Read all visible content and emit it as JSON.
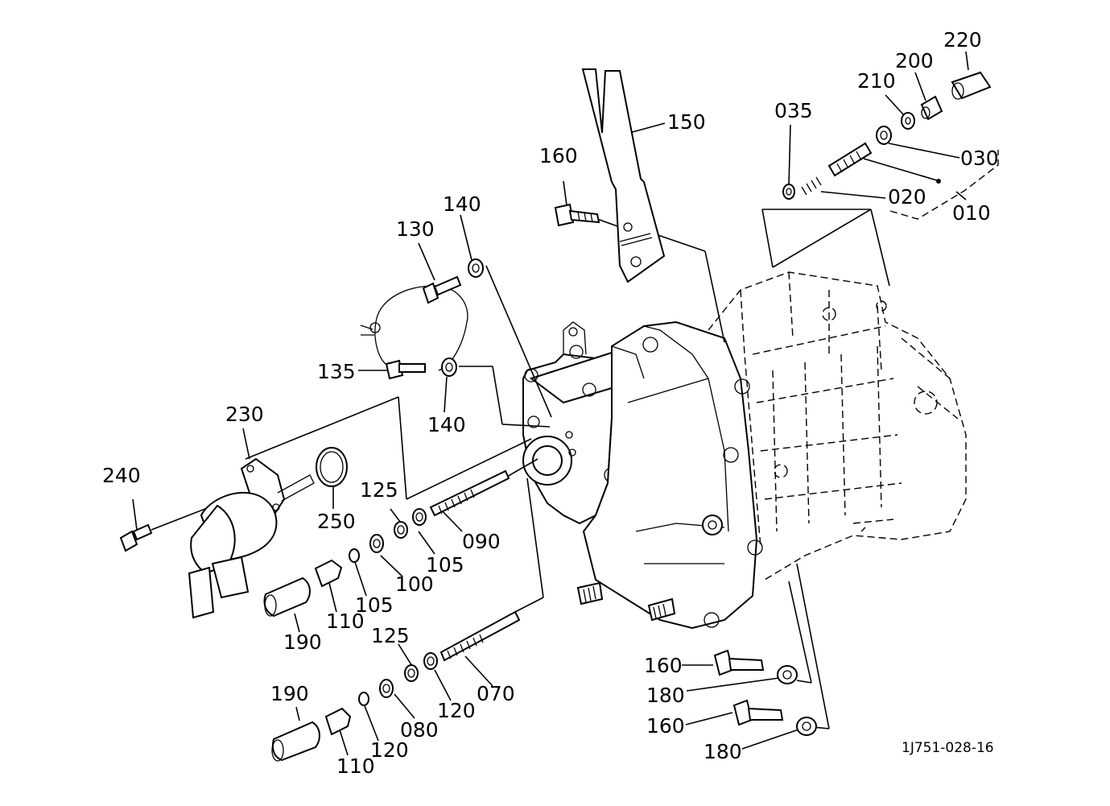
{
  "figure_code": "1J751-028-16",
  "labels": {
    "p010": "010",
    "p020": "020",
    "p030": "030",
    "p035": "035",
    "p070": "070",
    "p080": "080",
    "p090": "090",
    "p100": "100",
    "p105a": "105",
    "p105b": "105",
    "p110a": "110",
    "p110b": "110",
    "p120a": "120",
    "p120b": "120",
    "p125a": "125",
    "p125b": "125",
    "p130": "130",
    "p135": "135",
    "p140a": "140",
    "p140b": "140",
    "p150": "150",
    "p160a": "160",
    "p160b": "160",
    "p160c": "160",
    "p180a": "180",
    "p180b": "180",
    "p190a": "190",
    "p190b": "190",
    "p200": "200",
    "p210": "210",
    "p220": "220",
    "p230": "230",
    "p240": "240",
    "p250": "250"
  }
}
